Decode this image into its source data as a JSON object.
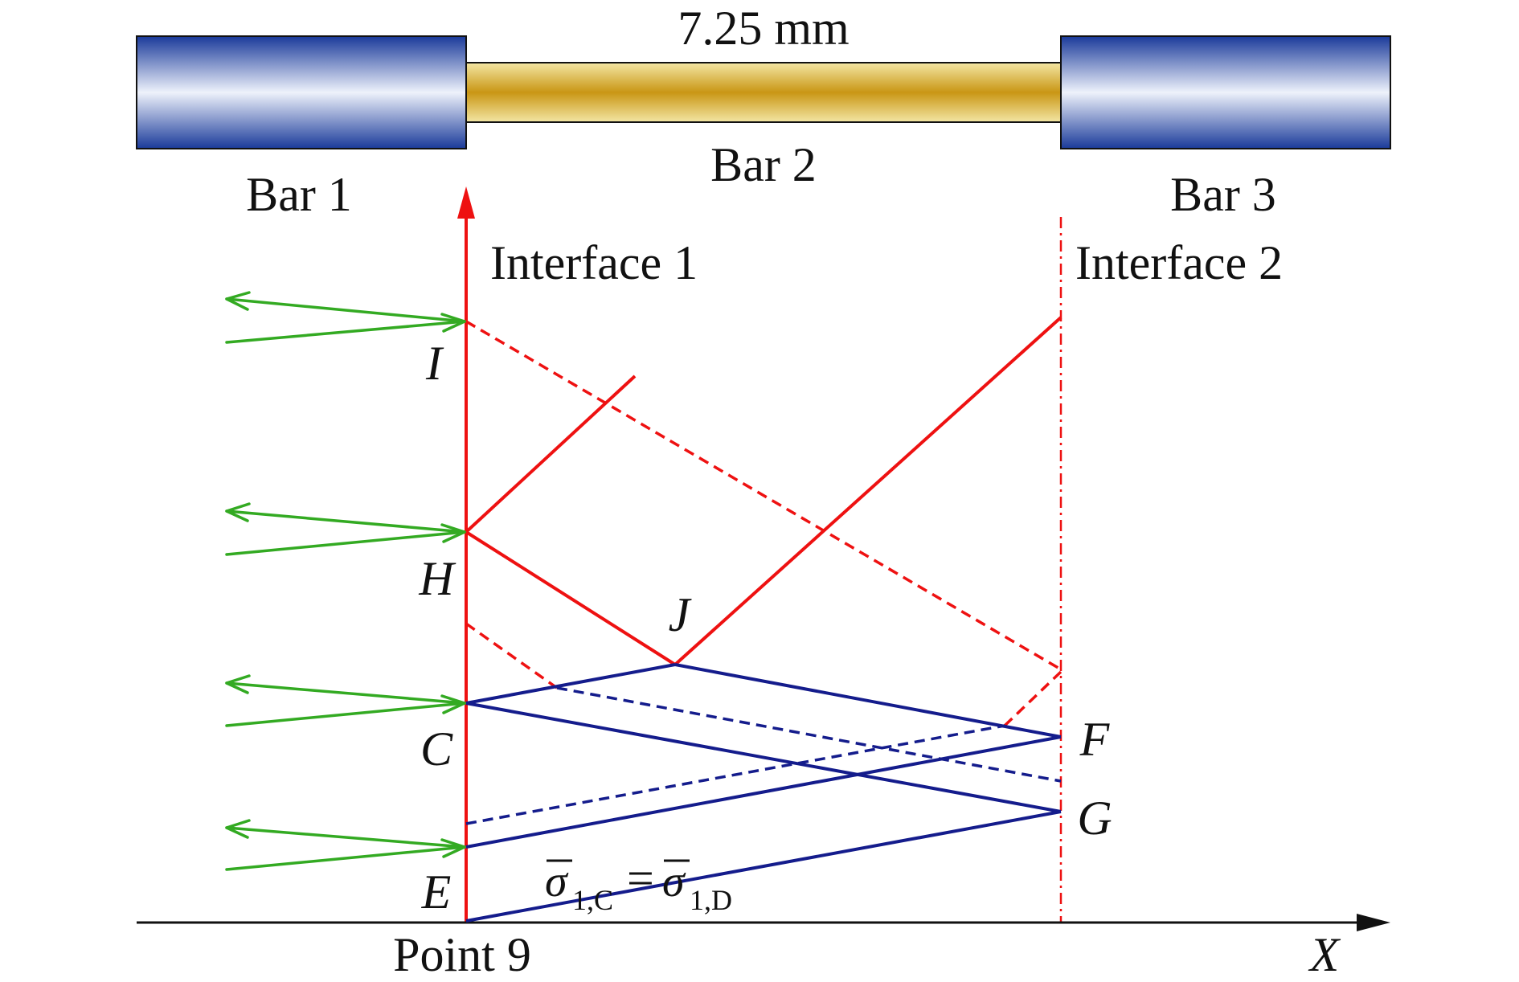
{
  "dimension_label": "7.25 mm",
  "bars": {
    "bar1": "Bar 1",
    "bar2": "Bar 2",
    "bar3": "Bar 3"
  },
  "interfaces": {
    "interface1": "Interface 1",
    "interface2": "Interface 2"
  },
  "points": {
    "I": "I",
    "H": "H",
    "J": "J",
    "C": "C",
    "F": "F",
    "G": "G",
    "E": "E"
  },
  "axis": {
    "origin_label": "Point 9",
    "x_label": "X"
  },
  "formula": {
    "sigma": "σ",
    "left_sub": "1,C",
    "equals": "=",
    "right_sub": "1,D"
  },
  "colors": {
    "red_wave": "#ee1111",
    "blue_wave": "#141c8c",
    "green_arrow": "#33aa22",
    "bar_blue": "#1f3f9a",
    "bar_gold": "#d19c12"
  }
}
